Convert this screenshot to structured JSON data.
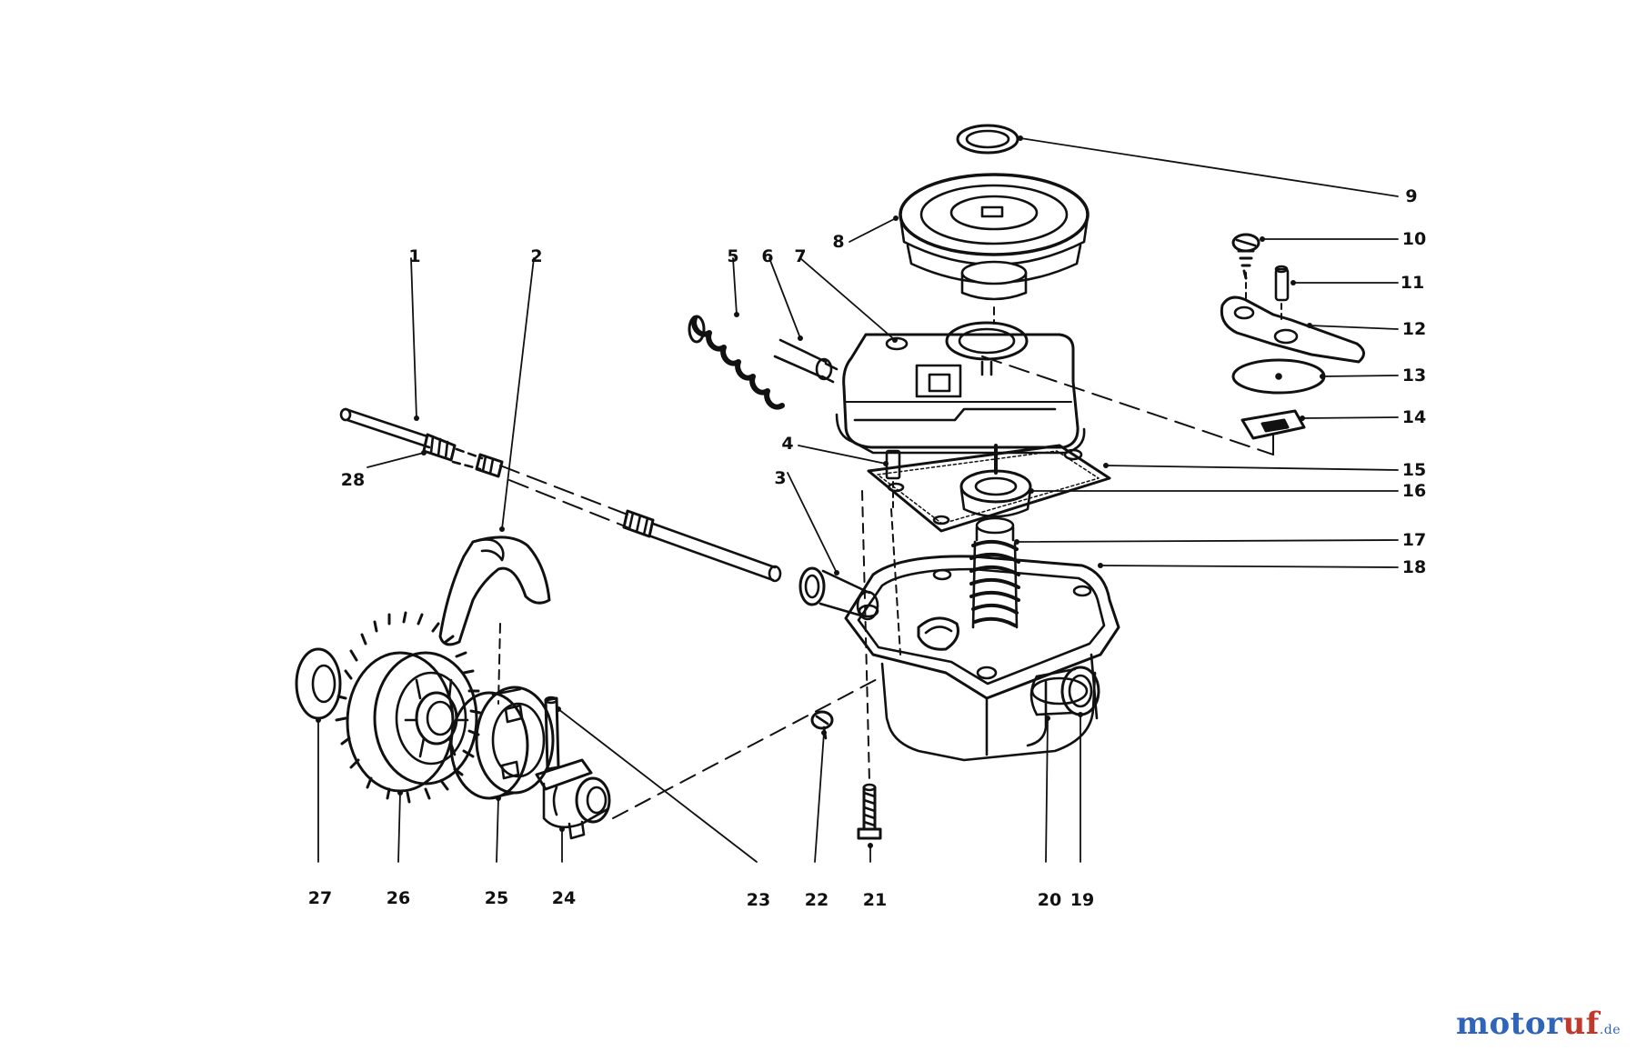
{
  "diagram": {
    "callouts": [
      {
        "id": "n1",
        "label": "1"
      },
      {
        "id": "n2",
        "label": "2"
      },
      {
        "id": "n3",
        "label": "3"
      },
      {
        "id": "n4",
        "label": "4"
      },
      {
        "id": "n5",
        "label": "5"
      },
      {
        "id": "n6",
        "label": "6"
      },
      {
        "id": "n7",
        "label": "7"
      },
      {
        "id": "n8",
        "label": "8"
      },
      {
        "id": "n9",
        "label": "9"
      },
      {
        "id": "n10",
        "label": "10"
      },
      {
        "id": "n11",
        "label": "11"
      },
      {
        "id": "n12",
        "label": "12"
      },
      {
        "id": "n13",
        "label": "13"
      },
      {
        "id": "n14",
        "label": "14"
      },
      {
        "id": "n15",
        "label": "15"
      },
      {
        "id": "n16",
        "label": "16"
      },
      {
        "id": "n17",
        "label": "17"
      },
      {
        "id": "n18",
        "label": "18"
      },
      {
        "id": "n19",
        "label": "19"
      },
      {
        "id": "n20",
        "label": "20"
      },
      {
        "id": "n21",
        "label": "21"
      },
      {
        "id": "n22",
        "label": "22"
      },
      {
        "id": "n23",
        "label": "23"
      },
      {
        "id": "n24",
        "label": "24"
      },
      {
        "id": "n25",
        "label": "25"
      },
      {
        "id": "n26",
        "label": "26"
      },
      {
        "id": "n27",
        "label": "27"
      },
      {
        "id": "n28",
        "label": "28"
      }
    ]
  },
  "watermark": {
    "part1": "motor",
    "part2": "uf",
    "part3": ".de"
  }
}
